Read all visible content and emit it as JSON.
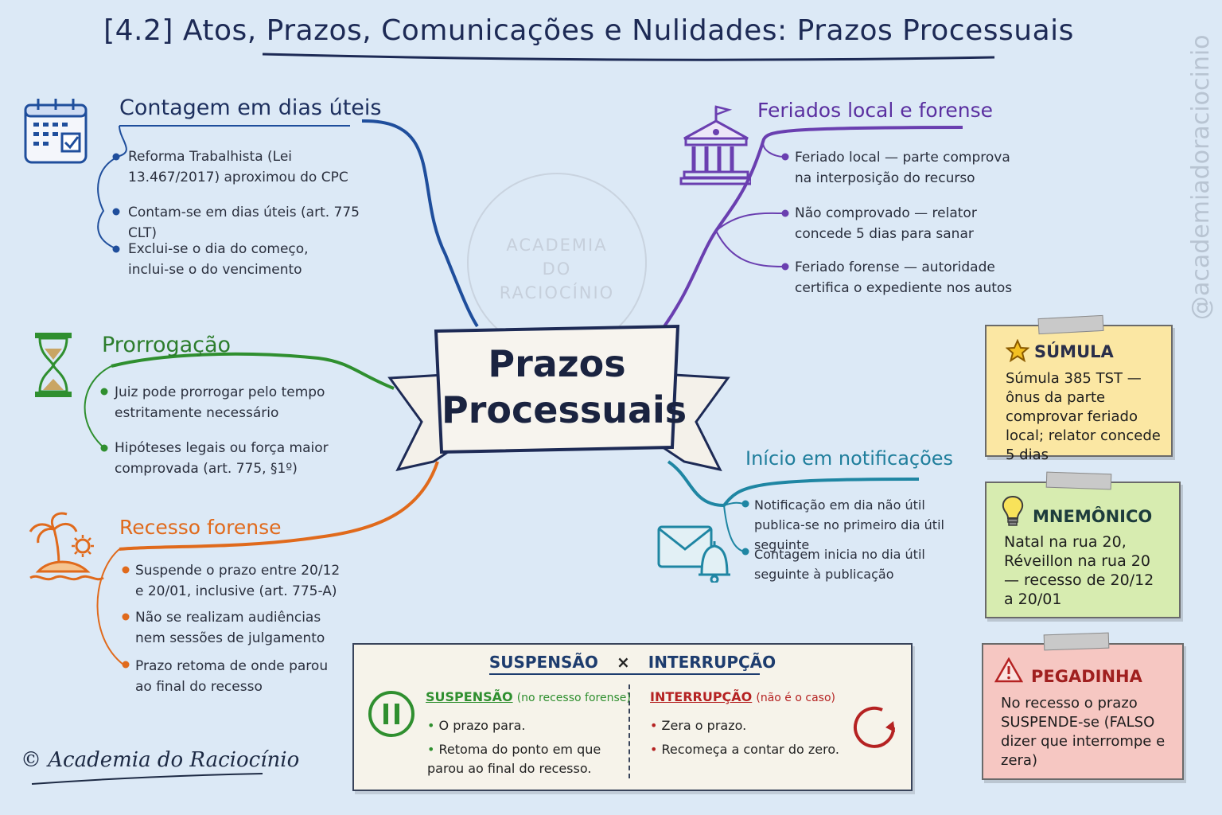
{
  "header": {
    "title": "[4.2] Atos, Prazos, Comunicações e Nulidades: Prazos Processuais"
  },
  "central": {
    "line1": "Prazos",
    "line2": "Processuais",
    "watermark": [
      "ACADEMIA",
      "DO",
      "RACIOCÍNIO"
    ]
  },
  "side_watermark": "@academiadoraciocinio",
  "colors": {
    "blue": "#1f4e9c",
    "green": "#2f8f2f",
    "orange": "#e06a1c",
    "purple": "#6a3fb0",
    "teal": "#1f86a3",
    "red": "#b52222"
  },
  "branches": {
    "contagem": {
      "title": "Contagem em dias úteis",
      "icon": "calendar-icon",
      "items": [
        "Reforma Trabalhista (Lei 13.467/2017) aproximou do CPC",
        "Contam-se em dias úteis (art. 775 CLT)",
        "Exclui-se o dia do começo, inclui-se o do vencimento"
      ]
    },
    "prorrogacao": {
      "title": "Prorrogação",
      "icon": "hourglass-icon",
      "items": [
        "Juiz pode prorrogar pelo tempo estritamente necessário",
        "Hipóteses legais ou força maior comprovada (art. 775, §1º)"
      ]
    },
    "recesso": {
      "title": "Recesso forense",
      "icon": "island-icon",
      "items": [
        "Suspende o prazo entre 20/12 e 20/01, inclusive (art. 775-A)",
        "Não se realizam audiências nem sessões de julgamento",
        "Prazo retoma de onde parou ao final do recesso"
      ]
    },
    "feriados": {
      "title": "Feriados local e forense",
      "icon": "courthouse-icon",
      "items": [
        "Feriado local — parte comprova na interposição do recurso",
        "Não comprovado — relator concede 5 dias para sanar",
        "Feriado forense — autoridade certifica o expediente nos autos"
      ]
    },
    "inicio": {
      "title": "Início em notificações",
      "icon": "mail-bell-icon",
      "items": [
        "Notificação em dia não útil publica-se no primeiro dia útil seguinte",
        "Contagem inicia no dia útil seguinte à publicação"
      ]
    }
  },
  "notes": {
    "sumula": {
      "title": "SÚMULA",
      "icon": "star-icon",
      "body": "Súmula 385 TST — ônus da parte comprovar feriado local; relator concede 5 dias"
    },
    "mnemonico": {
      "title": "MNEMÔNICO",
      "icon": "lightbulb-icon",
      "body": "Natal na rua 20, Réveillon na rua 20 — recesso de 20/12 a 20/01"
    },
    "pegadinha": {
      "title": "PEGADINHA",
      "icon": "warning-icon",
      "body": "No recesso o prazo SUSPENDE-se (FALSO dizer que interrompe e zera)"
    }
  },
  "comparison": {
    "left_head": "SUSPENSÃO",
    "sep": "×",
    "right_head": "INTERRUPÇÃO",
    "suspensao": {
      "label": "SUSPENSÃO",
      "note": "(no recesso forense)",
      "items": [
        "O prazo para.",
        "Retoma do ponto em que parou ao final do recesso."
      ]
    },
    "interrupcao": {
      "label": "INTERRUPÇÃO",
      "note": "(não é o caso)",
      "items": [
        "Zera o prazo.",
        "Recomeça a contar do zero."
      ]
    }
  },
  "footer": {
    "copyright": "© Academia do Raciocínio"
  }
}
